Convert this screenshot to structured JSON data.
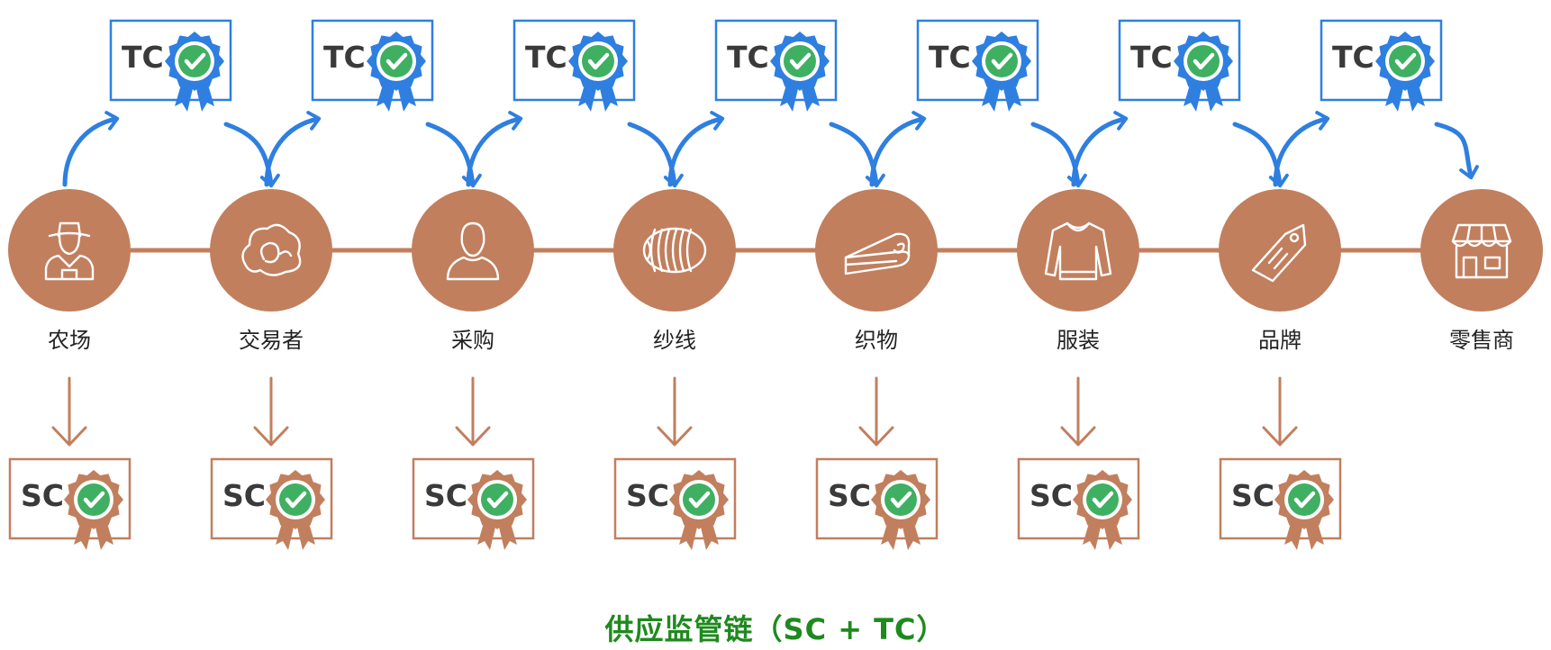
{
  "colors": {
    "node": "#c17f5e",
    "node_icon": "#ffffff",
    "tc": "#2e7fe0",
    "sc": "#c17f5e",
    "check_circle": "#3fb062",
    "check_mark": "#ffffff",
    "caption": "#1e8a1e"
  },
  "stages": [
    {
      "label": "农场",
      "icon": "farmer-icon",
      "has_sc": true
    },
    {
      "label": "交易者",
      "icon": "cotton-icon",
      "has_sc": true
    },
    {
      "label": "采购",
      "icon": "person-icon",
      "has_sc": true
    },
    {
      "label": "纱线",
      "icon": "yarn-ball-icon",
      "has_sc": true
    },
    {
      "label": "织物",
      "icon": "fabric-roll-icon",
      "has_sc": true
    },
    {
      "label": "服装",
      "icon": "sweater-icon",
      "has_sc": true
    },
    {
      "label": "品牌",
      "icon": "price-tag-icon",
      "has_sc": true
    },
    {
      "label": "零售商",
      "icon": "store-icon",
      "has_sc": false
    }
  ],
  "tc_certificate": {
    "text": "TC",
    "count": 7
  },
  "sc_certificate": {
    "text": "SC"
  },
  "caption": "供应监管链（SC + TC）"
}
